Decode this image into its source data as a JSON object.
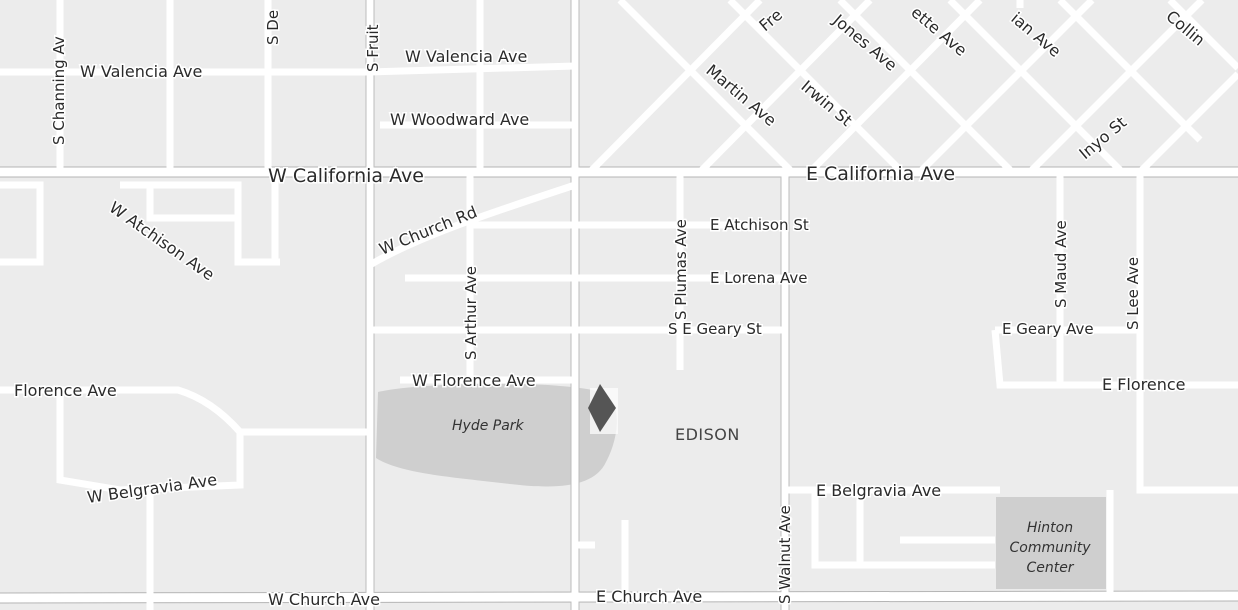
{
  "labels": {
    "s_channing_av": "S Channing Av",
    "w_valencia_ave_west": "W Valencia Ave",
    "s_de": "S De",
    "s_fruit": "S Fruit",
    "w_valencia_ave_east": "W Valencia Ave",
    "w_woodward_ave": "W Woodward Ave",
    "fre": "Fre",
    "jones_ave": "Jones Ave",
    "ette_ave": "ette Ave",
    "ian_ave": "ian Ave",
    "collin": "Collin",
    "martin_ave": "Martin Ave",
    "irwin_st": "Irwin St",
    "inyo_st": "Inyo St",
    "w_california_ave": "W California Ave",
    "e_california_ave": "E California Ave",
    "w_atchison_ave": "W Atchison Ave",
    "w_church_rd": "W Church Rd",
    "s_arthur_ave": "S Arthur Ave",
    "s_plumas_ave": "S Plumas Ave",
    "e_atchison_st": "E Atchison St",
    "e_lorena_ave": "E Lorena Ave",
    "s_e_geary_st": "S E Geary St",
    "s_maud_ave": "S Maud Ave",
    "s_lee_ave": "S Lee Ave",
    "e_geary_ave": "E Geary Ave",
    "florence_ave": "Florence Ave",
    "w_florence_ave": "W Florence Ave",
    "e_florence": "E Florence",
    "w_belgravia_ave": "W Belgravia Ave",
    "s_walnut_ave": "S Walnut Ave",
    "e_belgravia_ave": "E Belgravia Ave",
    "w_church_ave": "W Church Ave",
    "e_church_ave": "E Church Ave"
  },
  "pois": {
    "hyde_park": "Hyde Park",
    "hinton_line1": "Hinton",
    "hinton_line2": "Community",
    "hinton_line3": "Center"
  },
  "areas": {
    "edison": "EDISON"
  },
  "colors": {
    "background": "#ececec",
    "road": "#ffffff",
    "park": "#cfcfcf",
    "poi_area": "#cfcfcf",
    "marker": "#555555"
  },
  "marker": {
    "icon": "location-diamond-icon"
  }
}
